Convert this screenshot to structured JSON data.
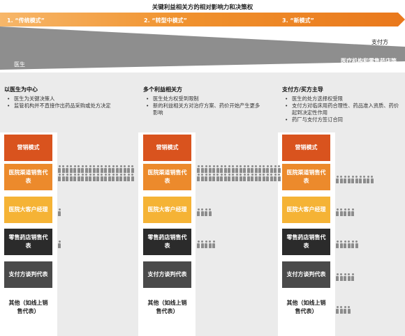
{
  "title": "关键利益相关方的相对影响力和决策权",
  "stages": [
    {
      "label": "1. “传统模式”"
    },
    {
      "label": "2. “转型中模式”"
    },
    {
      "label": "3. “新模式”"
    }
  ],
  "influence": {
    "payer_label": "支付方",
    "doctor_label": "医生",
    "institution_label": "医疗机构和零售药店等"
  },
  "columns": [
    {
      "heading": "以医生为中心",
      "bullets": [
        "医生为关键决策人",
        "监管机构并不直接作出药品采购或处方决定"
      ]
    },
    {
      "heading": "多个利益相关方",
      "bullets": [
        "医生处方权受到限制",
        "新的利益相关方对治疗方案、药价开始产生更多影响"
      ]
    },
    {
      "heading": "支付方/买方主导",
      "bullets": [
        "医生的处方选择权受限",
        "支付方对临床用药合理性、药品准入资质、药价起到决定性作用",
        "药厂与支付方签订合同"
      ]
    }
  ],
  "roles": [
    {
      "label": "营销模式",
      "color": "#d9531e"
    },
    {
      "label": "医院渠道销售代表",
      "color": "#ec8a2c"
    },
    {
      "label": "医院大客户经理",
      "color": "#f5b335"
    },
    {
      "label": "零售药店销售代表",
      "color": "#2b2b2b"
    },
    {
      "label": "支付方谈判代表",
      "color": "#4a4a4a"
    },
    {
      "label": "其他（如线上销售代表）",
      "color": "#ffffff",
      "text_color": "#222222"
    }
  ],
  "staff_counts": [
    [
      0,
      40,
      1,
      1,
      0,
      0
    ],
    [
      0,
      44,
      4,
      5,
      0,
      0
    ],
    [
      0,
      10,
      5,
      6,
      5,
      4
    ]
  ]
}
